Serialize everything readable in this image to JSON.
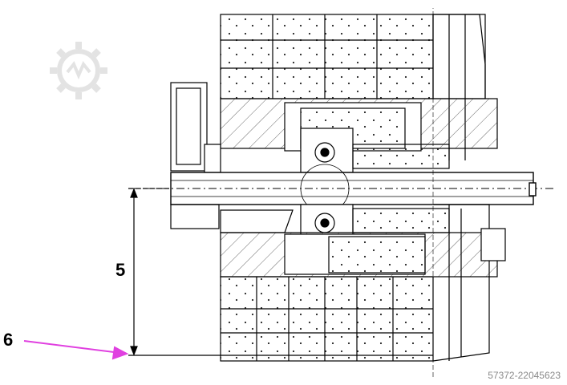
{
  "labels": {
    "dimension": "5",
    "reference": "6"
  },
  "watermark": {
    "icon": "gear-logo-icon"
  },
  "reference_code": "57372-22045623",
  "colors": {
    "line": "#000000",
    "arrow": "#e040e0",
    "watermark": "#e3e3e3",
    "text_gray": "#8a8a8a"
  }
}
